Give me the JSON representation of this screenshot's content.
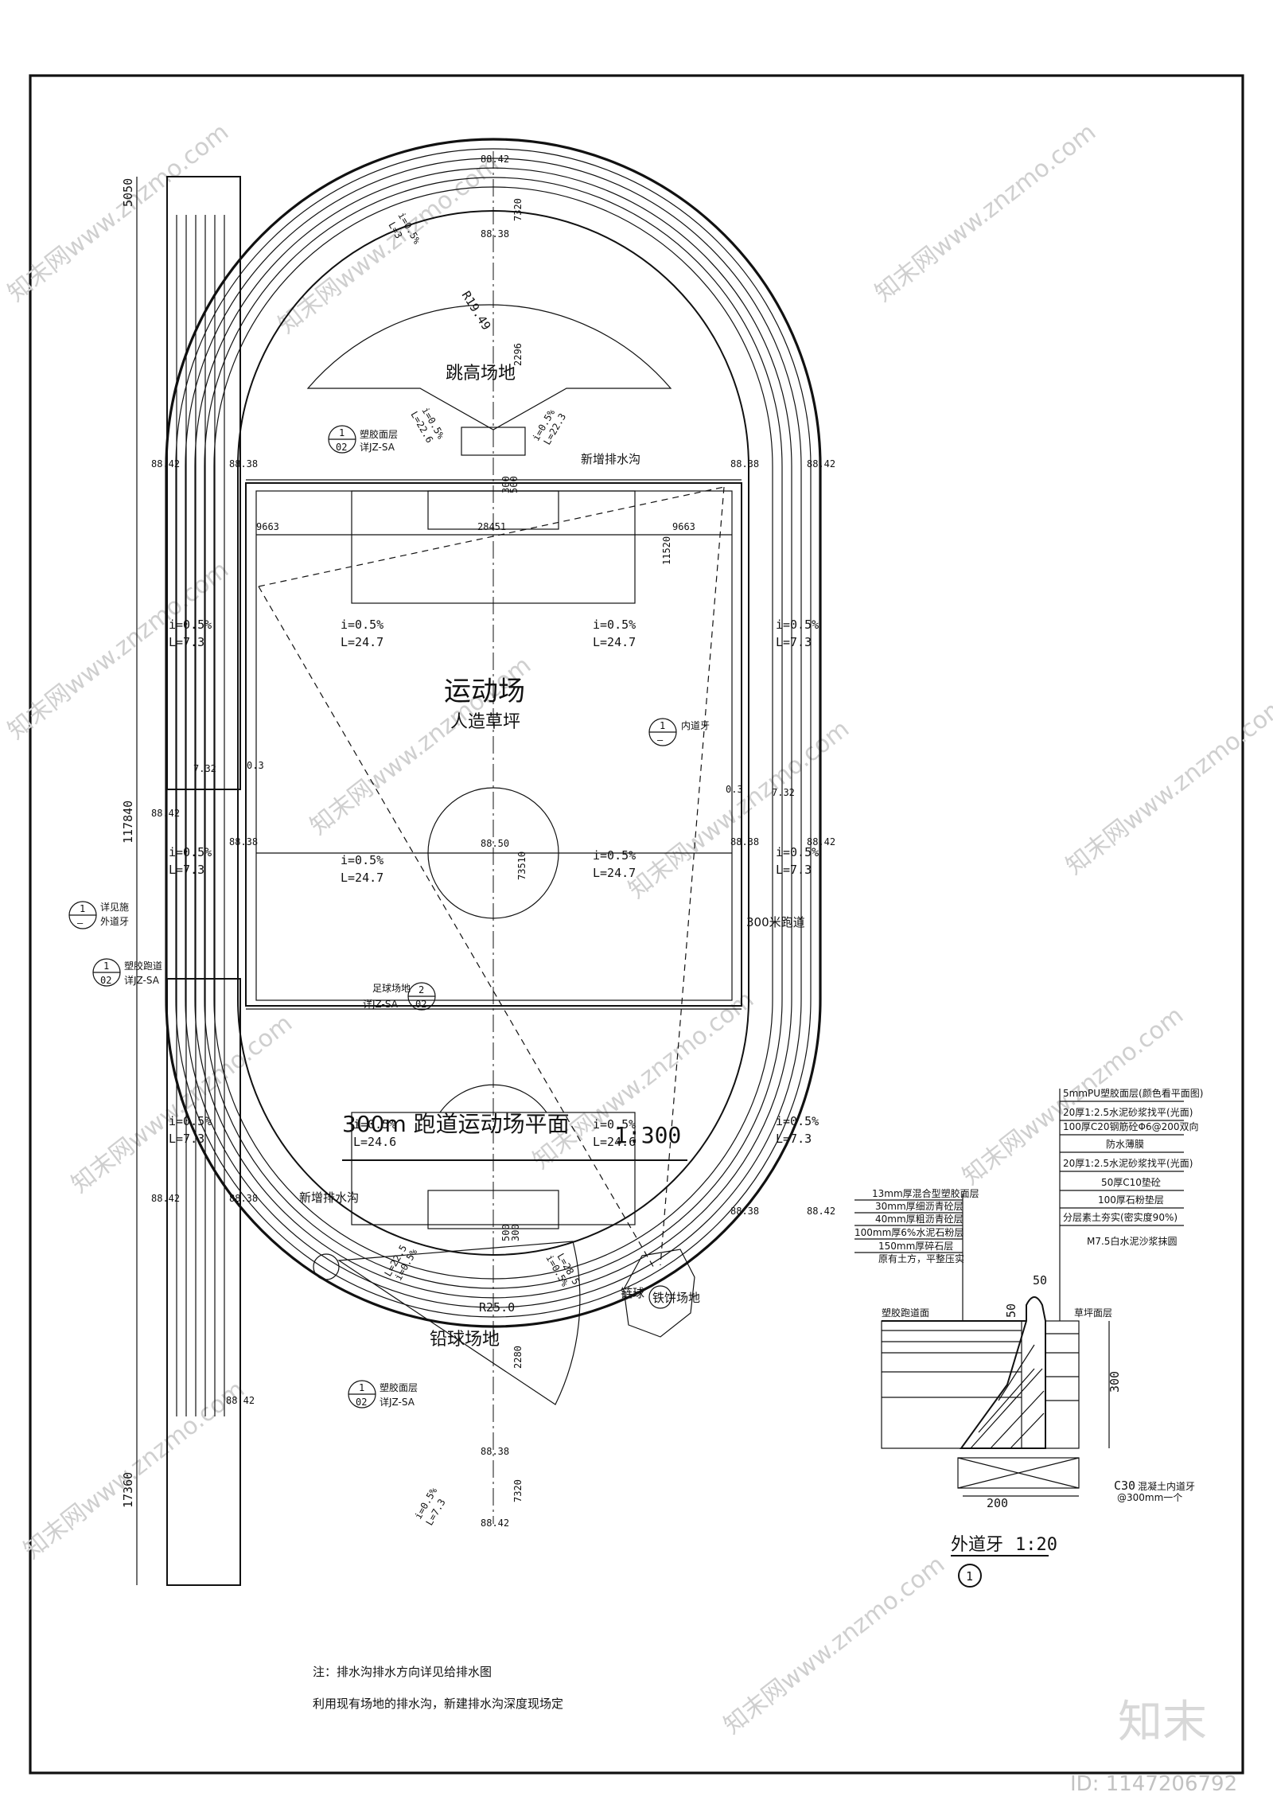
{
  "title": {
    "main": "300m 跑道运动场平面",
    "scale": "1:300"
  },
  "notes": [
    "注：排水沟排水方向详见给排水图",
    "利用现有场地的排水沟，新建排水沟深度现场定"
  ],
  "areas": {
    "high_jump": "跳高场地",
    "field": "运动场",
    "field_sub": "人造草坪",
    "shot_put": "铅球场地",
    "discus": "铁饼场地",
    "ball_label": "链球",
    "track_label": "300米跑道",
    "drain_top": "新增排水沟",
    "drain_bottom": "新增排水沟"
  },
  "elevations": {
    "top_outer": "88.42",
    "top_inner": "88.38",
    "left_outer_1": "88.42",
    "left_inner_1": "88.38",
    "right_inner_1": "88.38",
    "right_outer_1": "88.42",
    "left_mid_outer": "88.42",
    "left_mid_inner": "88.38",
    "center": "88.50",
    "right_mid_inner": "88.38",
    "right_mid_outer": "88.42",
    "left_outer_2": "88.42",
    "left_inner_2": "88.38",
    "right_inner_2": "88.38",
    "right_outer_2": "88.42",
    "left_lane_low": "88.42",
    "bottom_inner": "88.38",
    "bottom_outer": "88.42"
  },
  "dimensions": {
    "d_5050": "5050",
    "d_117840": "117840",
    "d_17360": "17360",
    "d_9663_l": "9663",
    "d_28451": "28451",
    "d_9663_r": "9663",
    "d_11520": "11520",
    "d_73510": "73510",
    "d_7320_top": "7320",
    "d_7320_bottom": "7320",
    "d_732_l": "7.32",
    "d_732_r": "7.32",
    "d_03_l": "0.3",
    "d_03_r": "0.3",
    "d_500_top": "500",
    "d_500_bottom": "500",
    "d_300_top": "300",
    "d_300_bottom": "300",
    "d_2296": "2296",
    "d_2280": "2280"
  },
  "radii": {
    "high_jump": "R19.49",
    "shot_put": "R25.0"
  },
  "slopes": {
    "hj_top_i": "i=0.5%",
    "hj_top_l": "L=3",
    "hj_left_i": "i=0.5%",
    "hj_left_l": "L=22.6",
    "hj_right_i": "i=0.5%",
    "hj_right_l": "L=22.3",
    "f1_i": "i=0.5%",
    "f1_l": "L=24.7",
    "f2_i": "i=0.5%",
    "f2_l": "L=24.7",
    "f3_i": "i=0.5%",
    "f3_l": "L=24.7",
    "f4_i": "i=0.5%",
    "f4_l": "L=24.7",
    "f5_i": "i=0.5%",
    "f5_l": "L=24.6",
    "f6_i": "i=0.5%",
    "f6_l": "L=24.6",
    "l1_i": "i=0.5%",
    "l1_l": "L=7.3",
    "l2_i": "i=0.5%",
    "l2_l": "L=7.3",
    "l3_i": "i=0.5%",
    "l3_l": "L=7.3",
    "r1_i": "i=0.5%",
    "r1_l": "L=7.3",
    "r2_i": "i=0.5%",
    "r2_l": "L=7.3",
    "r3_i": "i=0.5%",
    "r3_l": "L=7.3",
    "sp_left_i": "i=0.5%",
    "sp_left_l": "L=22.5",
    "sp_right_i": "i=0.5%",
    "sp_right_l": "L=28.5",
    "bot_i": "i=0.5%",
    "bot_l": "L=7.3"
  },
  "refs": {
    "r1_num": "1",
    "r1_sheet": "02",
    "r1_text": "塑胶面层",
    "r1_code": "详JZ-SA",
    "r2_num": "1",
    "r2_sheet": "—",
    "r2_text": "内道牙",
    "r3_num": "1",
    "r3_sheet": "—",
    "r3_text": "详见施",
    "r3_text2": "外道牙",
    "r4_num": "1",
    "r4_sheet": "02",
    "r4_text": "塑胶跑道",
    "r4_code": "详JZ-SA",
    "r5_num": "2",
    "r5_sheet": "02",
    "r5_text": "足球场地",
    "r5_code": "详JZ-SA",
    "r6_num": "1",
    "r6_sheet": "02",
    "r6_text": "塑胶面层",
    "r6_code": "详JZ-SA"
  },
  "detail": {
    "title": "外道牙",
    "scale": "1:20",
    "num": "1",
    "layers_right": [
      "5mmPU塑胶面层(颜色看平面图)",
      "20厚1:2.5水泥砂浆找平(光面)",
      "100厚C20钢筋砼Φ6@200双向",
      "防水薄膜",
      "20厚1:2.5水泥砂浆找平(光面)",
      "50厚C10垫砼",
      "100厚石粉垫层",
      "分层素土夯实(密实度90%)"
    ],
    "layers_left": [
      "13mm厚混合型塑胶面层",
      "30mm厚细沥青砼层",
      "40mm厚粗沥青砼层",
      "100mm厚6%水泥石粉层",
      "150mm厚碎石层",
      "原有土方，平整压实"
    ],
    "mortar": "M7.5白水泥沙浆抹圆",
    "d_50a": "50",
    "d_50b": "50",
    "d_300": "300",
    "d_200": "200",
    "surface_l": "塑胶跑道面",
    "surface_r": "草坪面层",
    "concrete": "C30",
    "concrete_note": "混凝土内道牙",
    "concrete_note2": "@300mm一个"
  },
  "watermark": {
    "brand": "知末",
    "id": "ID: 1147206792",
    "tiles": [
      "知末网www.znzmo.com"
    ]
  }
}
